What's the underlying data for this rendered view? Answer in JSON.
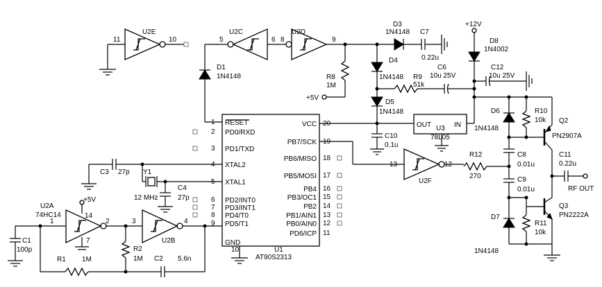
{
  "gates": {
    "u2e": {
      "ref": "U2E",
      "in": "11",
      "out": "10"
    },
    "u2c": {
      "ref": "U2C",
      "in": "6",
      "out": "5"
    },
    "u2d": {
      "ref": "U2D",
      "in": "8",
      "out": "9"
    },
    "u2a": {
      "ref": "U2A",
      "part": "74HC14",
      "in": "1",
      "out": "2",
      "vcc_pin": "14",
      "gnd_pin": "7"
    },
    "u2b": {
      "ref": "U2B",
      "in": "3",
      "out": "4"
    },
    "u2f": {
      "ref": "U2F",
      "in": "13",
      "out": "12"
    }
  },
  "mcu": {
    "ref": "U1",
    "part": "AT90S2313",
    "left_pins": [
      {
        "num": "1",
        "name": "RESET"
      },
      {
        "num": "2",
        "name": "PD0/RXD"
      },
      {
        "num": "3",
        "name": "PD1/TXD"
      },
      {
        "num": "4",
        "name": "XTAL2"
      },
      {
        "num": "5",
        "name": "XTAL1"
      },
      {
        "num": "6",
        "name": "PD2/INT0"
      },
      {
        "num": "7",
        "name": "PD3/INT1"
      },
      {
        "num": "8",
        "name": "PD4/T0"
      },
      {
        "num": "9",
        "name": "PD5/T1"
      }
    ],
    "right_pins": [
      {
        "num": "20",
        "name": "VCC"
      },
      {
        "num": "19",
        "name": "PB7/SCK"
      },
      {
        "num": "18",
        "name": "PB6/MISO"
      },
      {
        "num": "17",
        "name": "PB5/MOSI"
      },
      {
        "num": "16",
        "name": "PB4"
      },
      {
        "num": "15",
        "name": "PB3/OC1"
      },
      {
        "num": "14",
        "name": "PB2"
      },
      {
        "num": "13",
        "name": "PB1/AIN1"
      },
      {
        "num": "12",
        "name": "PB0/AIN0"
      },
      {
        "num": "11",
        "name": "PD6/ICP"
      }
    ],
    "gnd_pin": {
      "num": "10",
      "name": "GND"
    }
  },
  "regulator": {
    "ref": "U3",
    "part": "78L05",
    "out": "OUT",
    "in": "IN"
  },
  "diodes": {
    "d1": {
      "ref": "D1",
      "part": "1N4148"
    },
    "d3": {
      "ref": "D3",
      "part": "1N4148"
    },
    "d4": {
      "ref": "D4",
      "part": "1N4148"
    },
    "d5": {
      "ref": "D5",
      "part": "1N4148"
    },
    "d6": {
      "ref": "D6",
      "part": "1N4148"
    },
    "d7": {
      "ref": "D7",
      "part": "1N4148"
    },
    "d8": {
      "ref": "D8",
      "part": "1N4002"
    }
  },
  "resistors": {
    "r1": {
      "ref": "R1",
      "value": "1M"
    },
    "r2": {
      "ref": "R2",
      "value": "1M"
    },
    "r8": {
      "ref": "R8",
      "value": "1M"
    },
    "r9": {
      "ref": "R9",
      "value": "51k"
    },
    "r10": {
      "ref": "R10",
      "value": "10k"
    },
    "r11": {
      "ref": "R11",
      "value": "10k"
    },
    "r12": {
      "ref": "R12",
      "value": "270"
    }
  },
  "capacitors": {
    "c1": {
      "ref": "C1",
      "value": "100p"
    },
    "c2": {
      "ref": "C2",
      "value": "5.6n"
    },
    "c3": {
      "ref": "C3",
      "value": "27p"
    },
    "c4": {
      "ref": "C4",
      "value": "27p"
    },
    "c6": {
      "ref": "C6",
      "value": "10u 25V"
    },
    "c7": {
      "ref": "C7",
      "value": "0.22u"
    },
    "c8": {
      "ref": "C8",
      "value": "0.01u"
    },
    "c9": {
      "ref": "C9",
      "value": "0.01u"
    },
    "c10": {
      "ref": "C10",
      "value": "0.1u"
    },
    "c11": {
      "ref": "C11",
      "value": "0.22u"
    },
    "c12": {
      "ref": "C12",
      "value": "10u 25V"
    }
  },
  "crystal": {
    "ref": "Y1",
    "value": "12 MHz"
  },
  "transistors": {
    "q2": {
      "ref": "Q2",
      "part": "PN2907A"
    },
    "q3": {
      "ref": "Q3",
      "part": "PN2222A"
    }
  },
  "rails": {
    "plus5_a": "+5V",
    "plus5_b": "+5V",
    "plus12": "+12V"
  },
  "output": {
    "label": "RF OUT"
  }
}
